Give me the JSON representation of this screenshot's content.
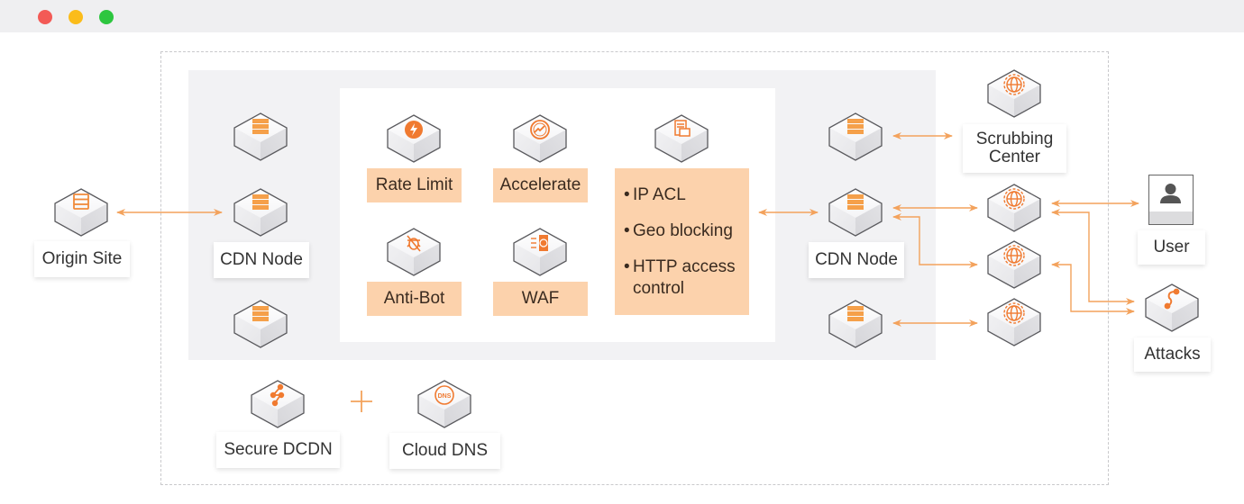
{
  "window": {
    "controls": [
      "close",
      "minimize",
      "maximize"
    ]
  },
  "colors": {
    "accent": "#f08a3a",
    "feature_bg": "#fcd2ac",
    "panel_gray": "#f2f2f4",
    "connector": "#f3a25c"
  },
  "nodes": {
    "origin_site": {
      "label": "Origin Site",
      "icon": "server-rack-icon"
    },
    "left_cdn": {
      "label": "CDN Node",
      "icon": "server-stack-icon"
    },
    "right_cdn": {
      "label": "CDN Node",
      "icon": "server-stack-icon"
    },
    "scrubbing_center": {
      "label": "Scrubbing\nCenter",
      "label_line1": "Scrubbing",
      "label_line2": "Center",
      "icon": "globe-shield-icon"
    },
    "user": {
      "label": "User",
      "icon": "user-icon"
    },
    "attacks": {
      "label": "Attacks",
      "icon": "attack-path-icon"
    },
    "secure_dcdn": {
      "label": "Secure DCDN",
      "icon": "network-share-icon"
    },
    "cloud_dns": {
      "label": "Cloud DNS",
      "icon": "dns-globe-icon"
    }
  },
  "features": {
    "rate_limit": {
      "label": "Rate Limit",
      "icon": "lightning-icon"
    },
    "accelerate": {
      "label": "Accelerate",
      "icon": "speedometer-icon"
    },
    "anti_bot": {
      "label": "Anti-Bot",
      "icon": "bug-blocked-icon"
    },
    "waf": {
      "label": "WAF",
      "icon": "firewall-globe-icon"
    },
    "acl": {
      "icon": "acl-document-icon",
      "items": [
        "IP ACL",
        "Geo blocking",
        "HTTP access control"
      ],
      "item3_line1": "HTTP access",
      "item3_line2": "control",
      "bullet": "•"
    }
  },
  "combo": {
    "operator": "+"
  }
}
